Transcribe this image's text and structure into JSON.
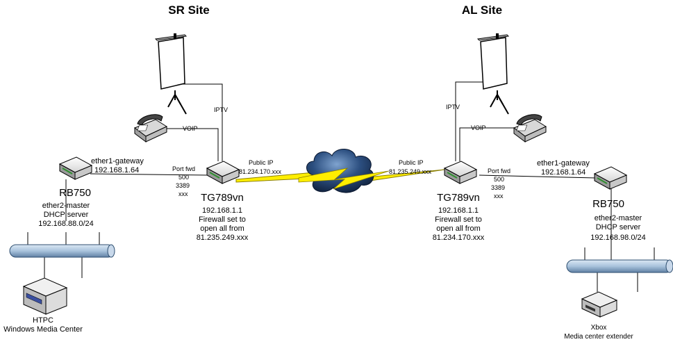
{
  "sites": {
    "sr": {
      "title": "SR Site",
      "iptv": "IPTV",
      "voip": "VOIP",
      "public_ip_label": "Public IP",
      "public_ip": "81.234.170.xxx",
      "port_fwd": [
        "Port fwd",
        "500",
        "3389",
        "xxx"
      ],
      "gateway_label": "ether1-gateway",
      "gateway_ip": "192.168.1.64",
      "rb_name": "RB750",
      "rb_info": [
        "ether2-master",
        "DHCP server",
        "192.168.88.0/24"
      ],
      "tg_name": "TG789vn",
      "tg_info": [
        "192.168.1.1",
        "Firewall set to",
        "open all from",
        "81.235.249.xxx"
      ],
      "client_lines": [
        "HTPC",
        "Windows Media Center"
      ]
    },
    "al": {
      "title": "AL Site",
      "iptv": "IPTV",
      "voip": "VOIP",
      "public_ip_label": "Public IP",
      "public_ip": "81.235.249.xxx",
      "port_fwd": [
        "Port fwd",
        "500",
        "3389",
        "xxx"
      ],
      "gateway_label": "ether1-gateway",
      "gateway_ip": "192.168.1.64",
      "rb_name": "RB750",
      "rb_info": [
        "ether2-master",
        "DHCP server",
        "192.168.98.0/24"
      ],
      "tg_name": "TG789vn",
      "tg_info": [
        "192.168.1.1",
        "Firewall set to",
        "open all from",
        "81.234.170.xxx"
      ],
      "client_lines": [
        "Xbox",
        "Media center extender"
      ]
    }
  },
  "colors": {
    "bus": "#a9c3dc",
    "bus_dark": "#6f8fb0",
    "cloud": "#1f3f6a",
    "lightning": "#ffee00",
    "router_body": "#e8e8e8",
    "router_led": "#2f8f2f"
  },
  "icons": {
    "projector": "projector-screen-icon",
    "phone": "telephone-icon",
    "router": "router-icon",
    "cloud": "internet-cloud-icon",
    "computer": "computer-icon"
  }
}
